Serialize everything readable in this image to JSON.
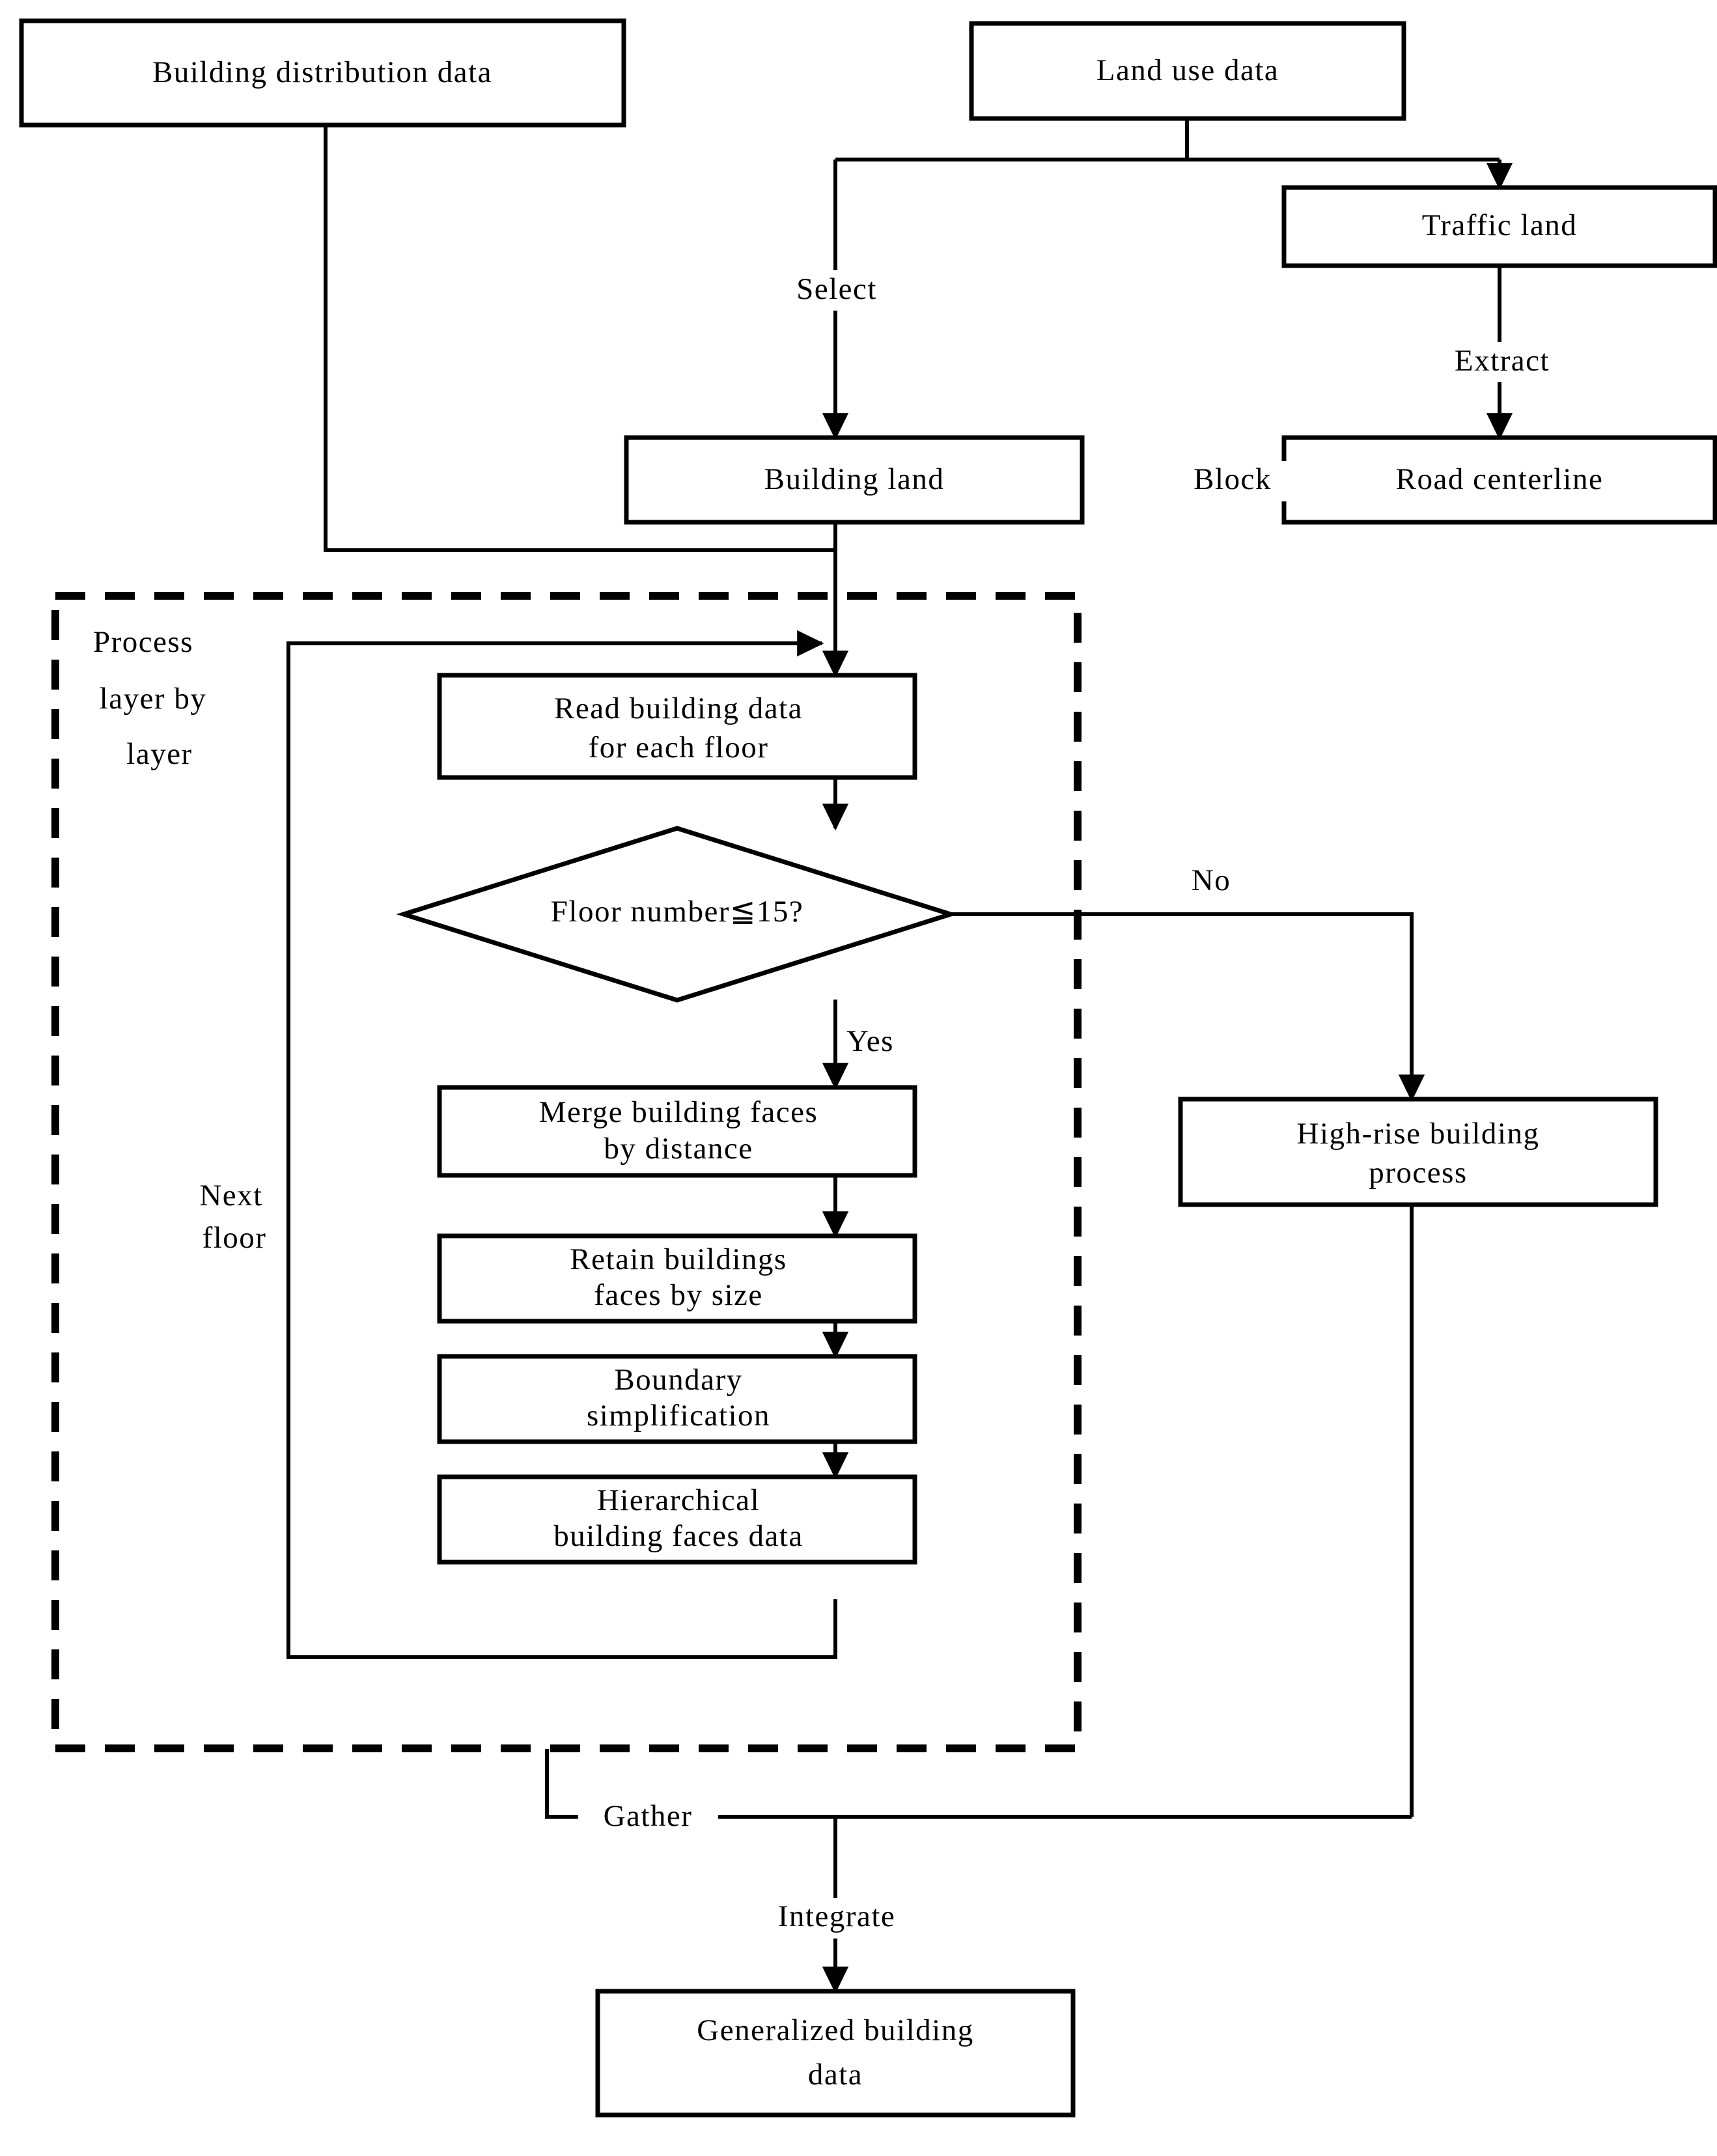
{
  "diagram": {
    "title": "Building generalization workflow flowchart",
    "type": "flowchart",
    "stroke_color": "#000000",
    "fill_color": "#ffffff"
  },
  "nodes": {
    "building_distribution_data": {
      "label": "Building distribution data",
      "shape": "rect"
    },
    "land_use_data": {
      "label": "Land use data",
      "shape": "rect"
    },
    "traffic_land": {
      "label": "Traffic land",
      "shape": "rect"
    },
    "building_land": {
      "label": "Building land",
      "shape": "rect"
    },
    "road_centerline": {
      "label": "Road centerline",
      "shape": "rect"
    },
    "read_building_data": {
      "line1": "Read building data",
      "line2": "for each floor",
      "shape": "rect"
    },
    "floor_decision": {
      "label": "Floor number≦15?",
      "shape": "diamond"
    },
    "merge_faces": {
      "line1": "Merge building faces",
      "line2": "by distance",
      "shape": "rect"
    },
    "retain_faces": {
      "line1": "Retain buildings",
      "line2": "faces by size",
      "shape": "rect"
    },
    "boundary_simplification": {
      "line1": "Boundary",
      "line2": "simplification",
      "shape": "rect"
    },
    "hierarchical_faces": {
      "line1": "Hierarchical",
      "line2": "building faces data",
      "shape": "rect"
    },
    "high_rise_process": {
      "line1": "High-rise building",
      "line2": "process",
      "shape": "rect"
    },
    "generalized_building_data": {
      "line1": "Generalized building",
      "line2": "data",
      "shape": "rect"
    }
  },
  "group": {
    "process_layer": {
      "line1": "Process",
      "line2": "layer by",
      "line3": "layer",
      "border": "dashed"
    }
  },
  "edge_labels": {
    "select": "Select",
    "extract": "Extract",
    "block": "Block",
    "yes": "Yes",
    "no": "No",
    "next_floor_line1": "Next",
    "next_floor_line2": "floor",
    "gather": "Gather",
    "integrate": "Integrate"
  }
}
